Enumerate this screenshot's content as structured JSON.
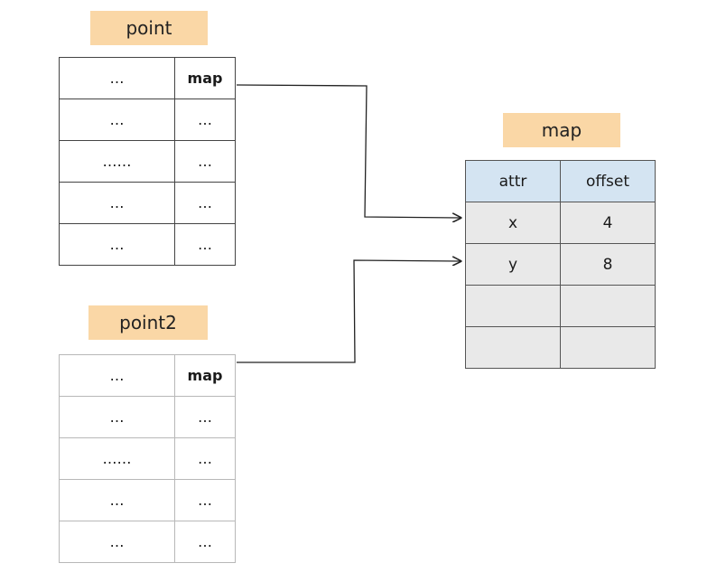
{
  "point": {
    "title": "point",
    "rows": [
      [
        "…",
        "map"
      ],
      [
        "…",
        "…"
      ],
      [
        "……",
        "…"
      ],
      [
        "…",
        "…"
      ],
      [
        "…",
        "…"
      ]
    ]
  },
  "point2": {
    "title": "point2",
    "rows": [
      [
        "…",
        "map"
      ],
      [
        "…",
        "…"
      ],
      [
        "……",
        "…"
      ],
      [
        "…",
        "…"
      ],
      [
        "…",
        "…"
      ]
    ]
  },
  "map": {
    "title": "map",
    "headers": [
      "attr",
      "offset"
    ],
    "rows": [
      [
        "x",
        "4"
      ],
      [
        "y",
        "8"
      ],
      [
        "",
        ""
      ],
      [
        "",
        ""
      ]
    ]
  }
}
